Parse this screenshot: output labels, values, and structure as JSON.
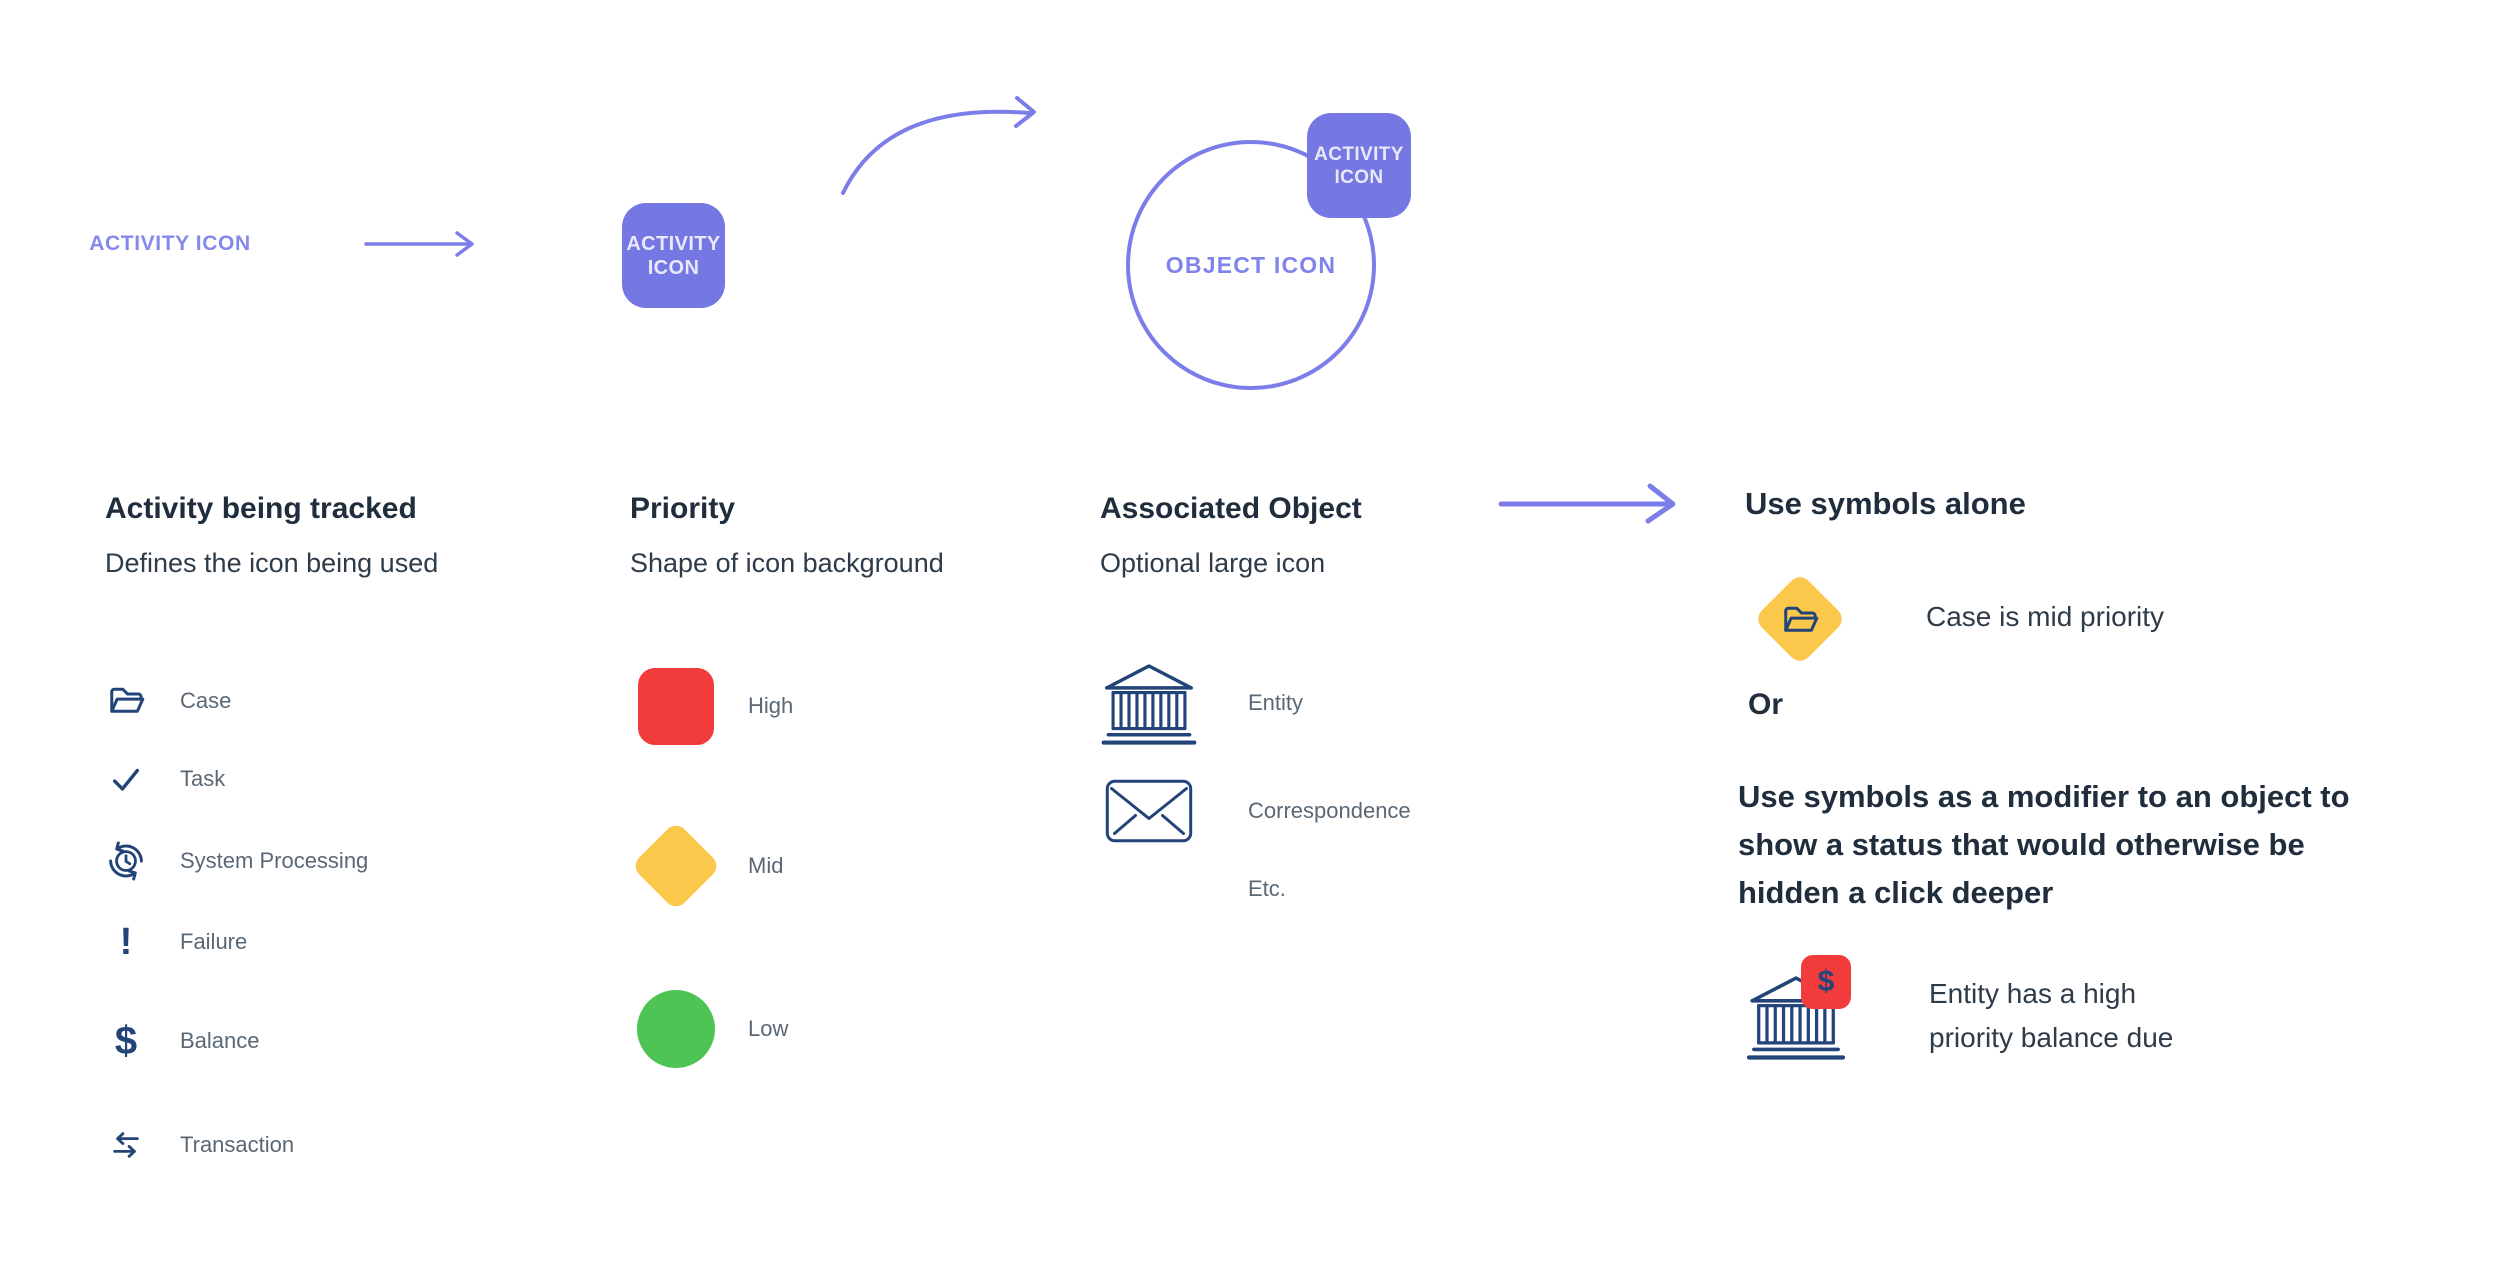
{
  "colors": {
    "purple": "#7577E2",
    "purple-stroke": "#7B7EE9",
    "purple-light": "#8588EC",
    "purple-text": "#7F83EB",
    "badge-text": "#E9E9FB",
    "navy": "#234479",
    "red": "#F23B3B",
    "yellow": "#FBC84B",
    "green": "#4DC454",
    "heading": "#1F2D3D",
    "body": "#2E3B49",
    "label": "#5A6875"
  },
  "diagram": {
    "activity_plain": "ACTIVITY ICON",
    "activity_square": "ACTIVITY ICON",
    "activity_badge": "ACTIVITY ICON",
    "object_circle": "OBJECT ICON"
  },
  "columns": [
    {
      "title": "Activity being tracked",
      "subtitle": "Defines the icon being used",
      "items": [
        {
          "label": "Case",
          "icon": "folder-open-icon"
        },
        {
          "label": "Task",
          "icon": "check-icon"
        },
        {
          "label": "System Processing",
          "icon": "system-processing-icon"
        },
        {
          "label": "Failure",
          "icon": "exclamation-icon"
        },
        {
          "label": "Balance",
          "icon": "dollar-icon"
        },
        {
          "label": "Transaction",
          "icon": "swap-arrows-icon"
        }
      ]
    },
    {
      "title": "Priority",
      "subtitle": "Shape of icon background",
      "items": [
        {
          "label": "High",
          "shape": "rounded-square",
          "color": "#F23B3B"
        },
        {
          "label": "Mid",
          "shape": "diamond",
          "color": "#FBC84B"
        },
        {
          "label": "Low",
          "shape": "circle",
          "color": "#4DC454"
        }
      ]
    },
    {
      "title": "Associated Object",
      "subtitle": "Optional large icon",
      "items": [
        {
          "label": "Entity",
          "icon": "bank-icon"
        },
        {
          "label": "Correspondence",
          "icon": "envelope-icon"
        },
        {
          "label": "Etc."
        }
      ]
    }
  ],
  "glyphs": {
    "exclamation": "!",
    "dollar": "$"
  },
  "right_panel": {
    "alone_heading": "Use symbols alone",
    "alone_example_caption": "Case is mid priority",
    "or_label": "Or",
    "modifier_note_lines": [
      "Use symbols as a modifier to an object to",
      "show a status that would otherwise be",
      "hidden a click deeper"
    ],
    "modifier_example_caption_lines": [
      "Entity has a high",
      "priority balance due"
    ],
    "badge_symbol": "$"
  }
}
